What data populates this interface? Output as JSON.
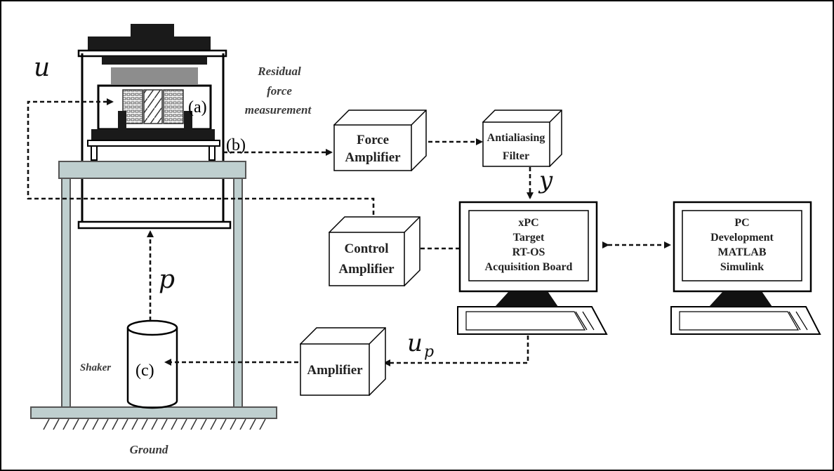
{
  "annotations": {
    "residual_force": [
      "Residual",
      "force",
      "measurement"
    ],
    "shaker": "Shaker",
    "ground": "Ground"
  },
  "tags": {
    "a": "(a)",
    "b": "(b)",
    "c": "(c)"
  },
  "signals": {
    "u": "u",
    "y": "y",
    "p": "p",
    "up_main": "u",
    "up_sub": "p"
  },
  "blocks": {
    "force_amplifier": [
      "Force",
      "Amplifier"
    ],
    "antialiasing_filter": [
      "Antialiasing",
      "Filter"
    ],
    "control_amplifier": [
      "Control",
      "Amplifier"
    ],
    "amplifier": [
      "Amplifier"
    ]
  },
  "computers": {
    "xpc": [
      "xPC",
      "Target",
      "RT-OS",
      "Acquisition Board"
    ],
    "pc": [
      "PC",
      "Development",
      "MATLAB",
      "Simulink"
    ]
  }
}
